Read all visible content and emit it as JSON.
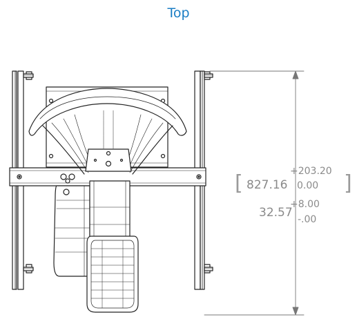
{
  "view": {
    "title": "Top"
  },
  "dimension": {
    "metric_value": "827.16",
    "metric_upper": "+203.20",
    "metric_lower": "0.00",
    "imperial_value": "32.57",
    "imperial_upper": "+8.00",
    "imperial_lower": "-.00",
    "bracket_open": "[",
    "bracket_close": "]"
  },
  "colors": {
    "title": "#1a7dc4",
    "dimension_text": "#8a8a8a",
    "line": "#222222",
    "dimension_line": "#777777"
  }
}
